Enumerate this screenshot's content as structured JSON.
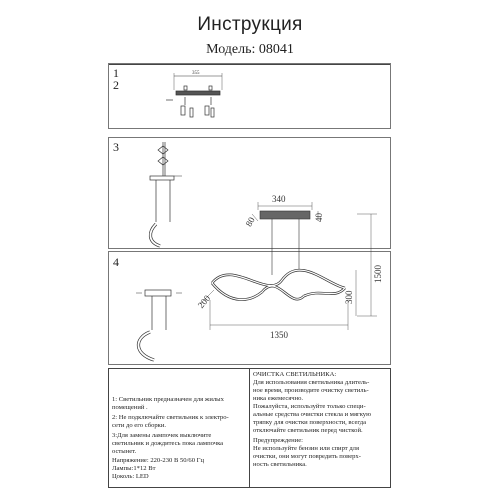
{
  "header": {
    "title": "Инструкция",
    "model": "Модель: 08041"
  },
  "steps": {
    "s1": "1",
    "s2": "2",
    "s3": "3",
    "s4": "4"
  },
  "mount_dims": {
    "width": "355"
  },
  "drawing_dims": {
    "canopy_width": "340",
    "canopy_depth": "80",
    "canopy_height": "40",
    "total_height": "1500",
    "body_height": "300",
    "body_depth": "200",
    "total_length": "1350"
  },
  "notes": {
    "left": [
      "1: Светильник предназначен для жилых",
      "помещений .",
      "2: Не подключайте светильник к электро-",
      "сети до его сборки.",
      "3:Для замены лампочек выключите",
      "светильник  и дождитесь пока лампочка",
      "остынет.",
      "Напряжение: 220-230 В 50/60 Гц",
      "Лампы:1*12 Вт",
      "Цоколь: LED"
    ],
    "right": [
      "ОЧИСТКА СВЕТИЛЬНИКА:",
      "Для использования светильника длитель-",
      "ное время, производите очистку светиль-",
      "ника ежемесячно.",
      "Пожалуйста, используйте только специ-",
      "альные средства очистки стекла и мягкую",
      "тряпку для очистки поверхности, всегда",
      "отключайте светильник перед чисткой.",
      "Предупреждение:",
      "Не используйте бензин или спирт для",
      "очистки, они могут повредить поверх-",
      "ность светильника."
    ]
  }
}
